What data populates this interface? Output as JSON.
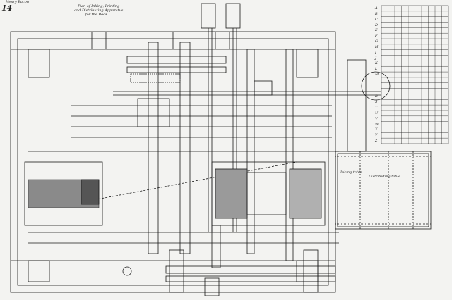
{
  "drawing": {
    "sheet_number": "14",
    "reference_note": "Henry Bacon",
    "title_lines": [
      "Plan of Inking, Printing",
      "and Distributing Apparatus",
      "for the Book ...",
      ""
    ],
    "table_row_letters": [
      "A",
      "B",
      "C",
      "D",
      "E",
      "F",
      "G",
      "H",
      "I",
      "J",
      "K",
      "L",
      "M",
      "",
      "",
      "",
      "R",
      "S",
      "T",
      "U",
      "V",
      "W",
      "X",
      "Y",
      "Z"
    ],
    "annotation_inking_table": "Inking table",
    "annotation_distributing_table": "Distributing table",
    "colors": {
      "paper": "#f3f3f1",
      "ink": "#1a1a1a"
    }
  }
}
